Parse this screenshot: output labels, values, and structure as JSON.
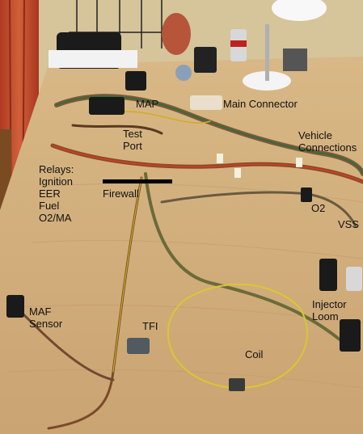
{
  "labels": {
    "map": "MAP",
    "main_connector": "Main Connector",
    "test_port": "Test\nPort",
    "vehicle_connections": "Vehicle\nConnections",
    "relays": "Relays:\nIgnition\nEER\nFuel\nO2/MA",
    "firewall": "Firewall",
    "o2": "O2",
    "vss": "VSS",
    "maf_sensor": "MAF\nSensor",
    "tfi": "TFI",
    "injector_loom": "Injector\nLoom",
    "coil": "Coil"
  },
  "colors": {
    "wall": "#d6c49a",
    "curtain": "#c2502e",
    "table": "#d9b884",
    "annotation_bar": "#000000"
  }
}
